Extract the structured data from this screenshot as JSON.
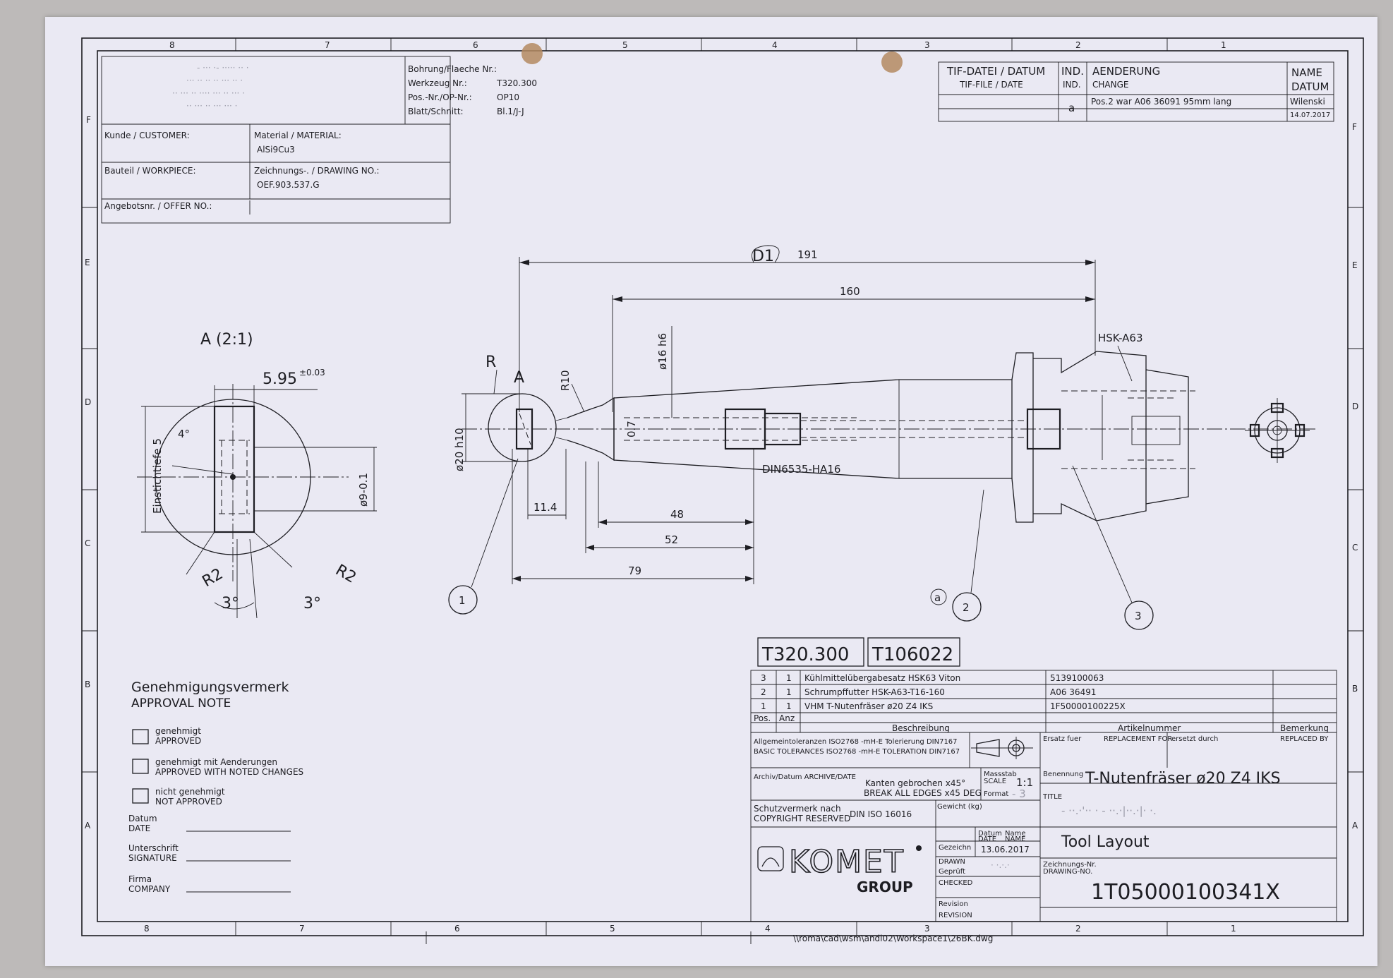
{
  "frame": {
    "col_labels": [
      "8",
      "7",
      "6",
      "5",
      "4",
      "3",
      "2",
      "1"
    ],
    "row_labels": [
      "F",
      "E",
      "D",
      "C",
      "B",
      "A"
    ]
  },
  "header_block": {
    "blurred_lines": [
      "- ··· ·- ····· ·· ·",
      "··· ·· ·· ·· ··· ·· ·",
      "·· ··· ·· ···· ··· ·· ··· ·",
      "·· ··· ·· ··· ··· ·"
    ],
    "bohrung_label": "Bohrung/Flaeche Nr.:",
    "werkzeug_label": "Werkzeug Nr.:",
    "werkzeug_value": "T320.300",
    "pos_label": "Pos.-Nr./OP-Nr.:",
    "pos_value": "OP10",
    "blatt_label": "Blatt/Schnitt:",
    "blatt_value": "Bl.1/J-J",
    "customer_label": "Kunde / CUSTOMER:",
    "material_label": "Material / MATERIAL:",
    "material_value": "AlSi9Cu3",
    "workpiece_label": "Bauteil / WORKPIECE:",
    "drawing_no_label": "Zeichnungs-. / DRAWING NO.:",
    "drawing_no_value": "OEF.903.537.G",
    "offer_label": "Angebotsnr. / OFFER NO.:"
  },
  "revision_block": {
    "tif_label": "TIF-DATEI / DATUM",
    "tif_label_en": "TIF-FILE / DATE",
    "ind_label": "IND.",
    "ind_label_en": "IND.",
    "change_label": "AENDERUNG",
    "change_label_en": "CHANGE",
    "name_label": "NAME",
    "datum_label": "DATUM",
    "rows": [
      {
        "ind": "a",
        "change": "Pos.2 war A06 36091 95mm lang",
        "name": "Wilenski",
        "date": "14.07.2017"
      }
    ]
  },
  "detail_view": {
    "title": "A (2:1)",
    "dim_width": "5.95",
    "dim_width_tol": "±0.03",
    "dim_depth_label": "Einstichtiefe 5",
    "dim_diameter": "ø9-0.1",
    "angle_top": "4°",
    "radius_left": "R2",
    "radius_right": "R2",
    "angle_left": "3°",
    "angle_right": "3°"
  },
  "main_view": {
    "annotation_d1": "D1",
    "dim_overall": "191",
    "dim_160": "160",
    "dim_d16": "ø16 h6",
    "dim_r10": "R10",
    "dim_d20": "ø20 h10",
    "dim_07": "0.7",
    "dim_114": "11.4",
    "dim_48": "48",
    "dim_52": "52",
    "dim_79": "79",
    "label_a": "A",
    "label_r": "R",
    "label_hsk": "HSK-A63",
    "label_din": "DIN6535-HA16",
    "balloons": [
      "1",
      "2",
      "3"
    ],
    "rev_marker": "a"
  },
  "approval": {
    "title_de": "Genehmigungsvermerk",
    "title_en": "APPROVAL NOTE",
    "options": [
      {
        "de": "genehmigt",
        "en": "APPROVED"
      },
      {
        "de": "genehmigt mit Aenderungen",
        "en": "APPROVED WITH NOTED CHANGES"
      },
      {
        "de": "nicht genehmigt",
        "en": "NOT APPROVED"
      }
    ],
    "datum_de": "Datum",
    "datum_en": "DATE",
    "sign_de": "Unterschrift",
    "sign_en": "SIGNATURE",
    "firma_de": "Firma",
    "firma_en": "COMPANY"
  },
  "parts_list": {
    "tool_no_1": "T320.300",
    "tool_no_2": "T106022",
    "rows": [
      {
        "pos": "3",
        "anz": "1",
        "desc": "Kühlmittelübergabesatz HSK63 Viton",
        "article": "5139100063"
      },
      {
        "pos": "2",
        "anz": "1",
        "desc": "Schrumpffutter HSK-A63-T16-160",
        "article": "A06 36491"
      },
      {
        "pos": "1",
        "anz": "1",
        "desc": "VHM T-Nutenfräser ø20 Z4 IKS",
        "article": "1F50000100225X"
      }
    ],
    "hdr_pos": "Pos.",
    "hdr_anz": "Anz",
    "hdr_desc": "Beschreibung",
    "hdr_article": "Artikelnummer",
    "hdr_remark": "Bemerkung"
  },
  "title_block": {
    "tolerances_de": "Allgemeintoleranzen ISO2768 -mH-E  Tolerierung DIN7167",
    "tolerances_en": "BASIC TOLERANCES ISO2768 -mH-E  TOLERATION DIN7167",
    "ersatz_fuer": "Ersatz fuer",
    "replacement_for": "REPLACEMENT FOR",
    "ersetzt_durch": "ersetzt durch",
    "replaced_by": "REPLACED BY",
    "archive_label": "Archiv/Datum  ARCHIVE/DATE",
    "kanten_de": "Kanten gebrochen  x45°",
    "kanten_en": "BREAK ALL EDGES  x45 DEG",
    "massstab_de": "Massstab",
    "massstab_en": "SCALE",
    "scale_value": "1:1",
    "format_label": "Format",
    "format_value": "- 3",
    "benennung_label": "Benennung",
    "benennung_value": "T-Nutenfräser ø20 Z4 IKS",
    "title_label": "TITLE",
    "title_blurred": "- ··.·'·· · - ··.·|··.·|· ·.",
    "title_value": "Tool Layout",
    "schutz_de": "Schutzvermerk nach",
    "schutz_en": "COPYRIGHT RESERVED",
    "schutz_value": "DIN ISO 16016",
    "gewicht_label": "Gewicht (kg)",
    "datum_de": "Datum",
    "datum_en": "DATE",
    "name_de": "Name",
    "name_en": "NAME",
    "gezeichn_de": "Gezeichn",
    "gezeichn_en": "DRAWN",
    "drawn_date": "13.06.2017",
    "drawn_name": "· ·.·.·",
    "geprueft_de": "Geprüft",
    "geprueft_en": "CHECKED",
    "revision_de": "Revision",
    "revision_en": "REVISION",
    "company": "KOMET",
    "company_sub": "GROUP",
    "drawing_nr_de": "Zeichnungs-Nr.",
    "drawing_nr_en": "DRAWING-NO.",
    "drawing_nr_value": "1T05000100341X"
  },
  "file_path": "\\\\roma\\cad\\wsm\\andi02\\Workspace1\\26BK.dwg"
}
